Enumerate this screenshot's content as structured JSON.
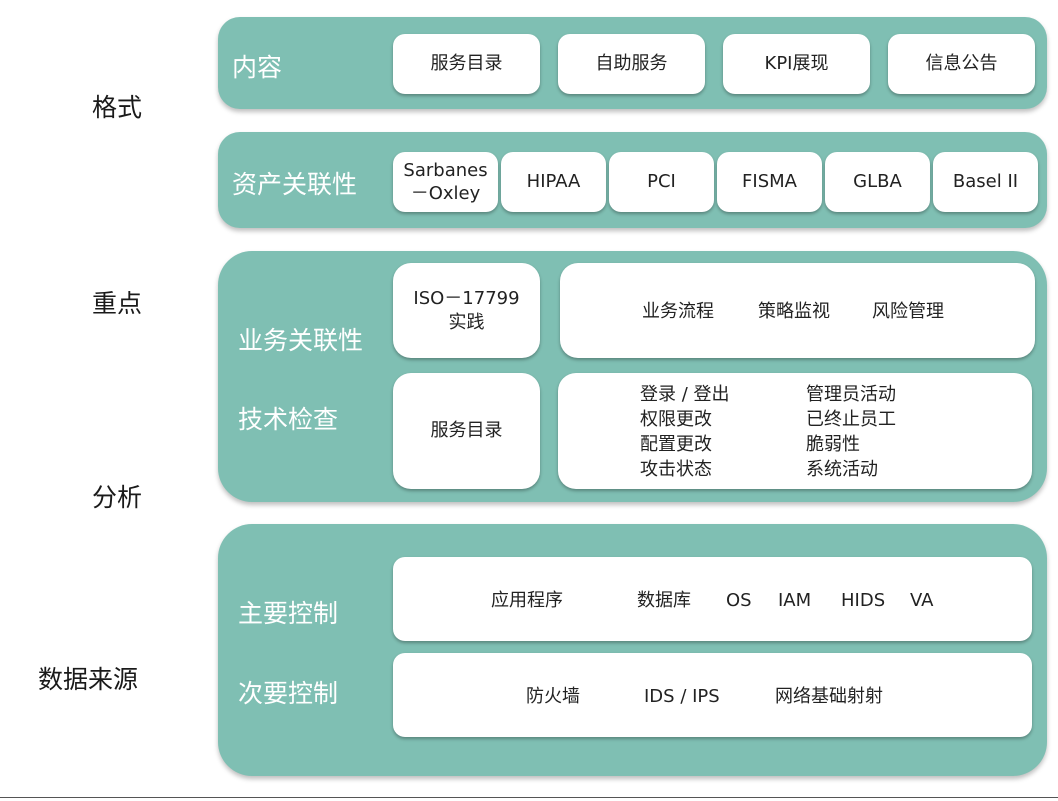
{
  "side_labels": {
    "format": "格式",
    "focus": "重点",
    "analysis": "分析",
    "data_source": "数据来源"
  },
  "content_panel": {
    "label": "内容",
    "items": [
      "服务目录",
      "自助服务",
      "KPI展现",
      "信息公告"
    ]
  },
  "asset_panel": {
    "label": "资产关联性",
    "items": [
      "Sarbanes\n－Oxley",
      "HIPAA",
      "PCI",
      "FISMA",
      "GLBA",
      "Basel II"
    ]
  },
  "business_panel": {
    "label_business": "业务关联性",
    "label_tech": "技术检查",
    "iso_card": "ISO－17799\n实践",
    "business_items": [
      "业务流程",
      "策略监视",
      "风险管理"
    ],
    "service_card": "服务目录",
    "tech_col1": [
      "登录 / 登出",
      "权限更改",
      "配置更改",
      "攻击状态"
    ],
    "tech_col2": [
      "管理员活动",
      "已终止员工",
      "脆弱性",
      "系统活动"
    ]
  },
  "control_panel": {
    "label_primary": "主要控制",
    "label_secondary": "次要控制",
    "primary_items": [
      "应用程序",
      "数据库",
      "OS",
      "IAM",
      "HIDS",
      "VA"
    ],
    "secondary_items": [
      "防火墙",
      "IDS / IPS",
      "网络基础射射"
    ]
  },
  "colors": {
    "panel": "#7fbfb3",
    "card": "#ffffff",
    "panel_text": "#ffffff"
  }
}
